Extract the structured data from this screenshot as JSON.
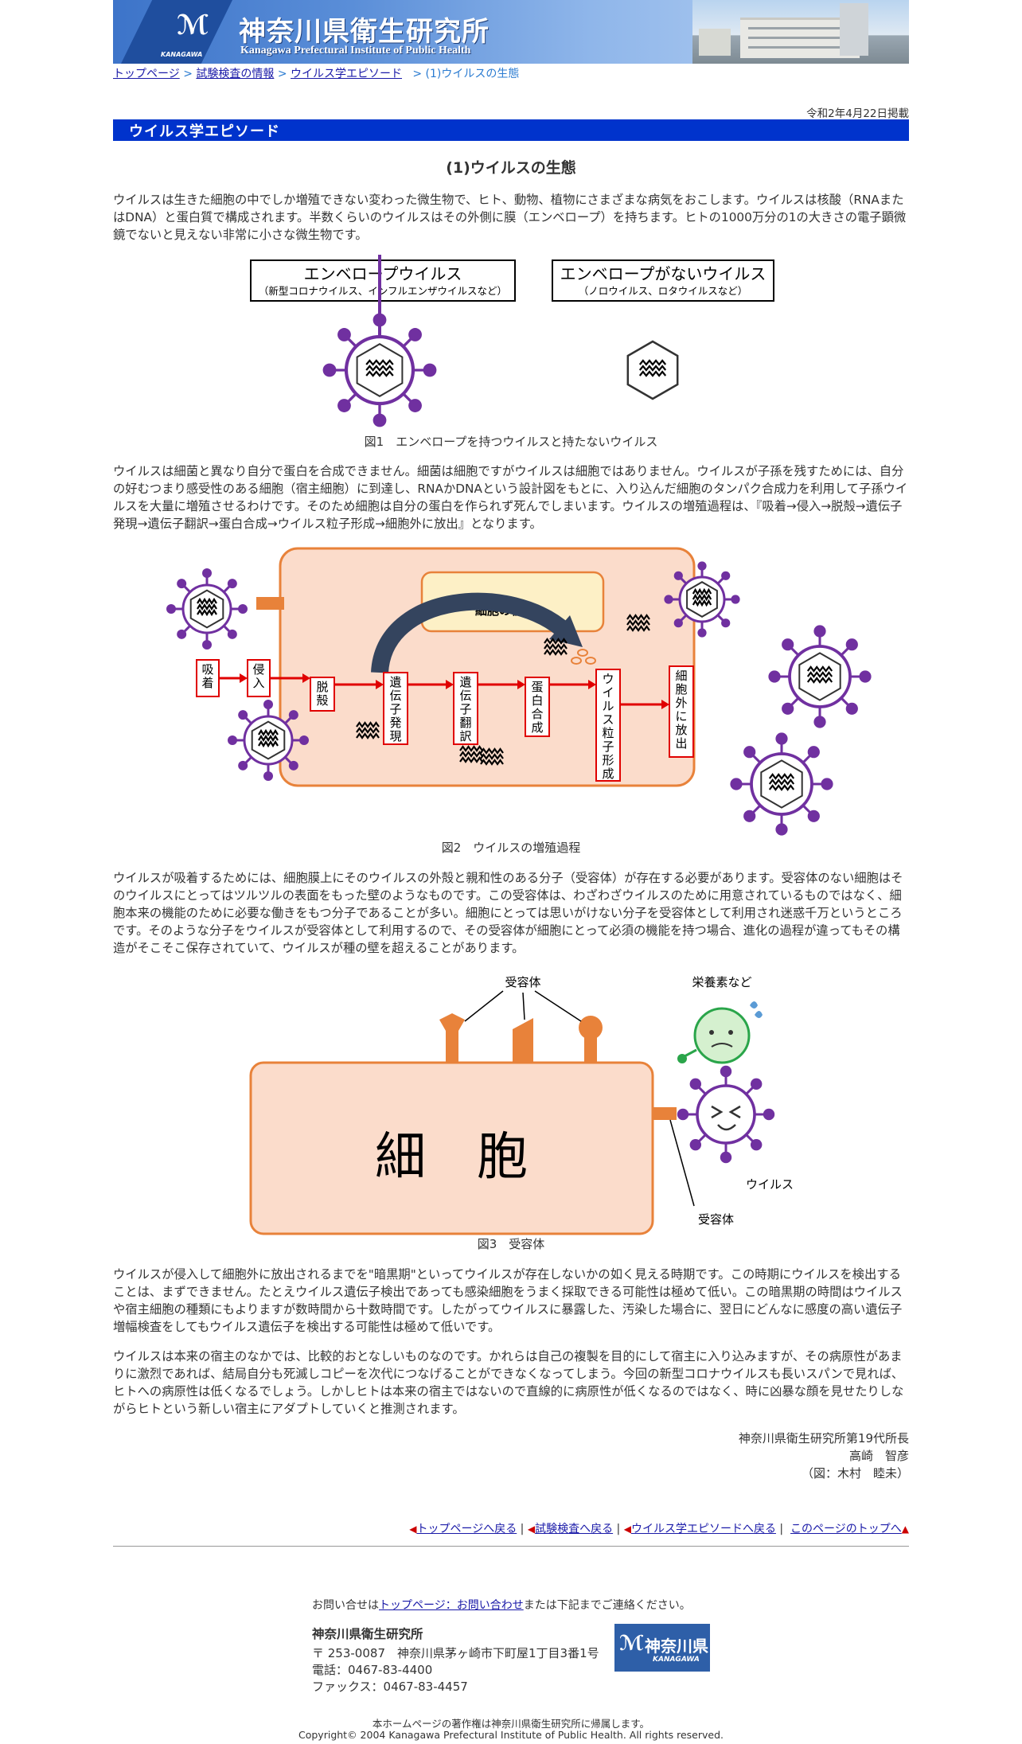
{
  "header": {
    "logo_mark": "ℳ",
    "logo_caption": "KANAGAWA",
    "title": "神奈川県衛生研究所",
    "subtitle": "Kanagawa Prefectural Institute of Public Health"
  },
  "breadcrumb": {
    "items": [
      "トップページ",
      "試験検査の情報",
      "ウイルス学エピソード"
    ],
    "separator": ">",
    "current": "> (1)ウイルスの生態"
  },
  "posted_date": "令和2年4月22日掲載",
  "section_title": "ウイルス学エピソード",
  "article_title": "(1)ウイルスの生態",
  "paragraphs": [
    "ウイルスは生きた細胞の中でしか増殖できない変わった微生物で、ヒト、動物、植物にさまざまな病気をおこします。ウイルスは核酸（RNAまたはDNA）と蛋白質で構成されます。半数くらいのウイルスはその外側に膜（エンベロープ）を持ちます。ヒトの1000万分の1の大きさの電子顕微鏡でないと見えない非常に小さな微生物です。",
    "ウイルスは細菌と異なり自分で蛋白を合成できません。細菌は細胞ですがウイルスは細胞ではありません。ウイルスが子孫を残すためには、自分の好むつまり感受性のある細胞（宿主細胞）に到達し、RNAかDNAという設計図をもとに、入り込んだ細胞のタンパク合成力を利用して子孫ウイルスを大量に増殖させるわけです。そのため細胞は自分の蛋白を作られず死んでしまいます。ウイルスの増殖過程は、『吸着→侵入→脱殻→遺伝子発現→遺伝子翻訳→蛋白合成→ウイルス粒子形成→細胞外に放出』となります。",
    "ウイルスが吸着するためには、細胞膜上にそのウイルスの外殻と親和性のある分子（受容体）が存在する必要があります。受容体のない細胞はそのウイルスにとってはツルツルの表面をもった壁のようなものです。この受容体は、わざわざウイルスのために用意されているものではなく、細胞本来の機能のために必要な働きをもつ分子であることが多い。細胞にとっては思いがけない分子を受容体として利用され迷惑千万というところです。そのような分子をウイルスが受容体として利用するので、その受容体が細胞にとって必須の機能を持つ場合、進化の過程が違ってもその構造がそこそこ保存されていて、ウイルスが種の壁を超えることがあります。",
    "ウイルスが侵入して細胞外に放出されるまでを\"暗黒期\"といってウイルスが存在しないかの如く見える時期です。この時期にウイルスを検出することは、まずできません。たとえウイルス遺伝子検出であっても感染細胞をうまく採取できる可能性は極めて低い。この暗黒期の時間はウイルスや宿主細胞の種類にもよりますが数時間から十数時間です。したがってウイルスに暴露した、汚染した場合に、翌日にどんなに感度の高い遺伝子増幅検査をしてもウイルス遺伝子を検出する可能性は極めて低いです。",
    "ウイルスは本来の宿主のなかでは、比較的おとなしいものなのです。かれらは自己の複製を目的にして宿主に入り込みますが、その病原性があまりに激烈であれば、結局自分も死滅しコピーを次代につなげることができなくなってしまう。今回の新型コロナウイルスも長いスパンで見れば、ヒトへの病原性は低くなるでしょう。しかしヒトは本来の宿主ではないので直線的に病原性が低くなるのではなく、時に凶暴な顔を見せたりしながらヒトという新しい宿主にアダプトしていくと推測されます。"
  ],
  "figure1": {
    "enveloped_title": "エンベロープウイルス",
    "enveloped_examples": "（新型コロナウイルス、インフルエンザウイルスなど）",
    "nonenveloped_title": "エンベロープがないウイルス",
    "nonenveloped_examples": "（ノロウイルス、ロタウイルスなど）",
    "caption": "図1　エンベロープを持つウイルスと持たないウイルス"
  },
  "figure2": {
    "nucleus_label": "細胞の核",
    "steps": [
      "吸着",
      "侵入",
      "脱殻",
      "遺伝子発現",
      "遺伝子翻訳",
      "蛋白合成",
      "ウイルス粒子形成",
      "細胞外に放出"
    ],
    "caption": "図2　ウイルスの増殖過程"
  },
  "figure3": {
    "cell_label": "細　胞",
    "receptor_label_top": "受容体",
    "nutrient_label": "栄養素など",
    "virus_label": "ウイルス",
    "receptor_label_bottom": "受容体",
    "caption": "図3　受容体"
  },
  "signature": [
    "神奈川県衛生研究所第19代所長",
    "高崎　智彦",
    "（図：木村　睦未）"
  ],
  "bottom_nav": [
    "トップページへ戻る",
    "試験検査へ戻る",
    "ウイルス学エピソードへ戻る",
    "このページのトップへ"
  ],
  "footer": {
    "contact_prefix": "お問い合せは",
    "contact_link": "トップページ：お問い合わせ",
    "contact_suffix": "または下記までご連絡ください。",
    "org_name": "神奈川県衛生研究所",
    "address": "〒 253-0087　神奈川県茅ヶ崎市下町屋1丁目3番1号",
    "phone": "電話：0467-83-4400",
    "fax": "ファックス：0467-83-4457",
    "logo_text": "神奈川県",
    "logo_caption": "KANAGAWA",
    "copyright_note": "本ホームページの著作権は神奈川県衛生研究所に帰属します。",
    "copyright": "Copyright© 2004 Kanagawa Prefectural Institute of Public Health. All rights reserved."
  },
  "colors": {
    "band": "#0033cc",
    "virus_purple": "#7030a0",
    "cell_fill": "#fbdccb",
    "cell_stroke": "#e8823a",
    "arrow_red": "#e00000",
    "nucleus_fill": "#fdf0c6"
  }
}
